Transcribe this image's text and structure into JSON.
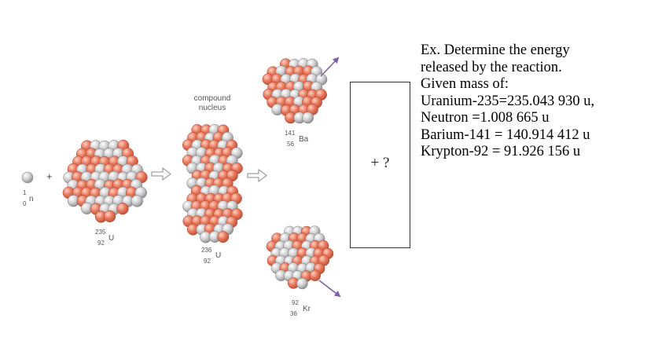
{
  "labels": {
    "neutron": {
      "symbol": "n",
      "mass": "1",
      "atomic": "0"
    },
    "plus": "+",
    "uranium235": {
      "symbol": "U",
      "mass": "235",
      "atomic": "92"
    },
    "compound_caption_1": "compound",
    "compound_caption_2": "nucleus",
    "uranium236": {
      "symbol": "U",
      "mass": "236",
      "atomic": "92"
    },
    "barium": {
      "symbol": "Ba",
      "mass": "141",
      "atomic": "56"
    },
    "krypton": {
      "symbol": "Kr",
      "mass": "92",
      "atomic": "36"
    }
  },
  "answer_box": {
    "text": "+ ?"
  },
  "problem": {
    "lines": [
      "Ex.  Determine the energy",
      "released by the reaction.",
      "Given mass of:",
      "Uranium-235=235.043 930 u,",
      "Neutron =1.008 665 u",
      "Barium-141 = 140.914 412 u",
      "Krypton-92 = 91.926 156 u"
    ]
  },
  "colors": {
    "proton": "#e8765a",
    "neutron": "#c4c4c6",
    "arrow": "#7e5fa6",
    "process_arrow": "#8a8a8a"
  }
}
